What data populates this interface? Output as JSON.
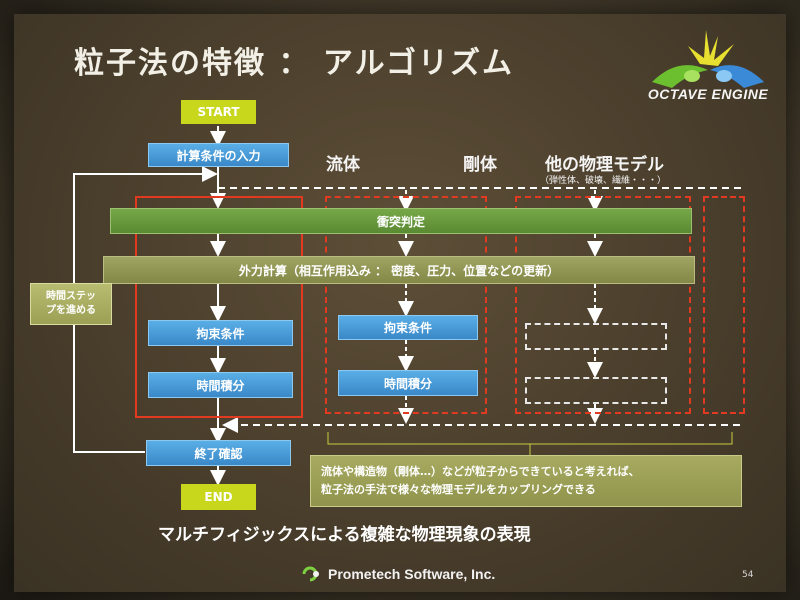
{
  "slide": {
    "title": "粒子法の特徴 ： アルゴリズム",
    "logo_text": "OCTAVE ENGINE",
    "flow": {
      "start": "START",
      "input": "計算条件の入力",
      "collision": "衝突判定",
      "external_force": "外力計算（相互作用込み ： 密度、圧力、位置などの更新）",
      "constraint_fluid": "拘束条件",
      "time_integration_fluid": "時間積分",
      "constraint_rigid": "拘束条件",
      "time_integration_rigid": "時間積分",
      "end_check": "終了確認",
      "end": "END",
      "time_step": "時間ステッ\nプを進める"
    },
    "columns": {
      "fluid": "流体",
      "rigid": "剛体",
      "other": "他の物理モデル",
      "other_sub": "（弾性体、破壊、繊維・・・）"
    },
    "note_line1": "流体や構造物（剛体…）などが粒子からできていると考えれば、",
    "note_line2": "粒子法の手法で様々な物理モデルをカップリングできる",
    "bottom_text": "マルチフィジックスによる複雑な物理現象の表現",
    "company": "Prometech Software, Inc.",
    "page_number": "54"
  },
  "colors": {
    "start_end": "#c8d61c",
    "process_blue": "#3a88c8",
    "collision_green": "#5a8a32",
    "force_olive": "#848848",
    "frame_red": "#e23a20"
  }
}
